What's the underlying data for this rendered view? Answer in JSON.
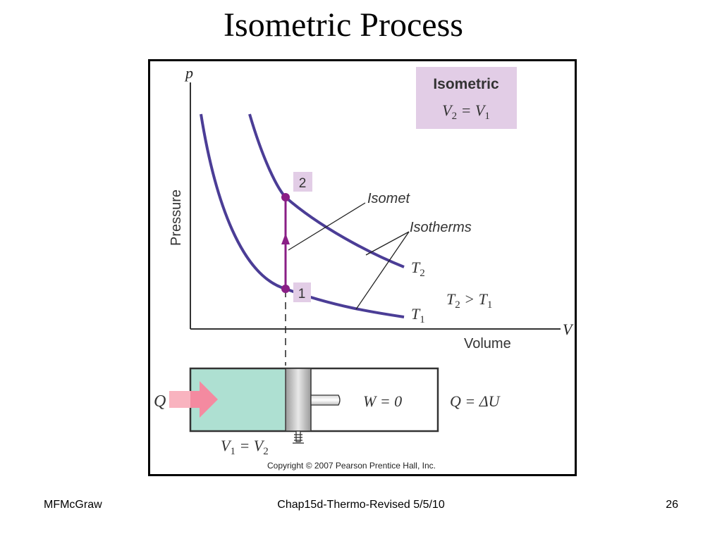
{
  "slide": {
    "title": "Isometric Process",
    "footer_left": "MFMcGraw",
    "footer_center": "Chap15d-Thermo-Revised 5/5/10",
    "page_number": "26"
  },
  "diagram": {
    "axis_p": "p",
    "axis_V": "V",
    "ylabel": "Pressure",
    "xlabel": "Volume",
    "box_title": "Isometric",
    "box_eq_lhs": "V",
    "box_eq_lhs_sub": "2",
    "box_eq_mid": " = V",
    "box_eq_rhs_sub": "1",
    "point_1": "1",
    "point_2": "2",
    "isomet_label": "Isomet",
    "isotherms_label": "Isotherms",
    "T2": "T",
    "T2_sub": "2",
    "T1": "T",
    "T1_sub": "1",
    "compare_a": "T",
    "compare_a_sub": "2",
    "compare_op": " > T",
    "compare_b_sub": "1",
    "heat_label": "Q",
    "work_label": "W = 0",
    "q_eq_label": "Q = ΔU",
    "vol_a": "V",
    "vol_a_sub": "1",
    "vol_mid": " = V",
    "vol_b_sub": "2",
    "copyright": "Copyright © 2007 Pearson Prentice Hall, Inc."
  },
  "colors": {
    "curve": "#4b3d96",
    "process": "#8a1f86",
    "label_box": "#e2cde6",
    "gas": "#aee0d2",
    "heat_arrow": "#f48aa0"
  }
}
